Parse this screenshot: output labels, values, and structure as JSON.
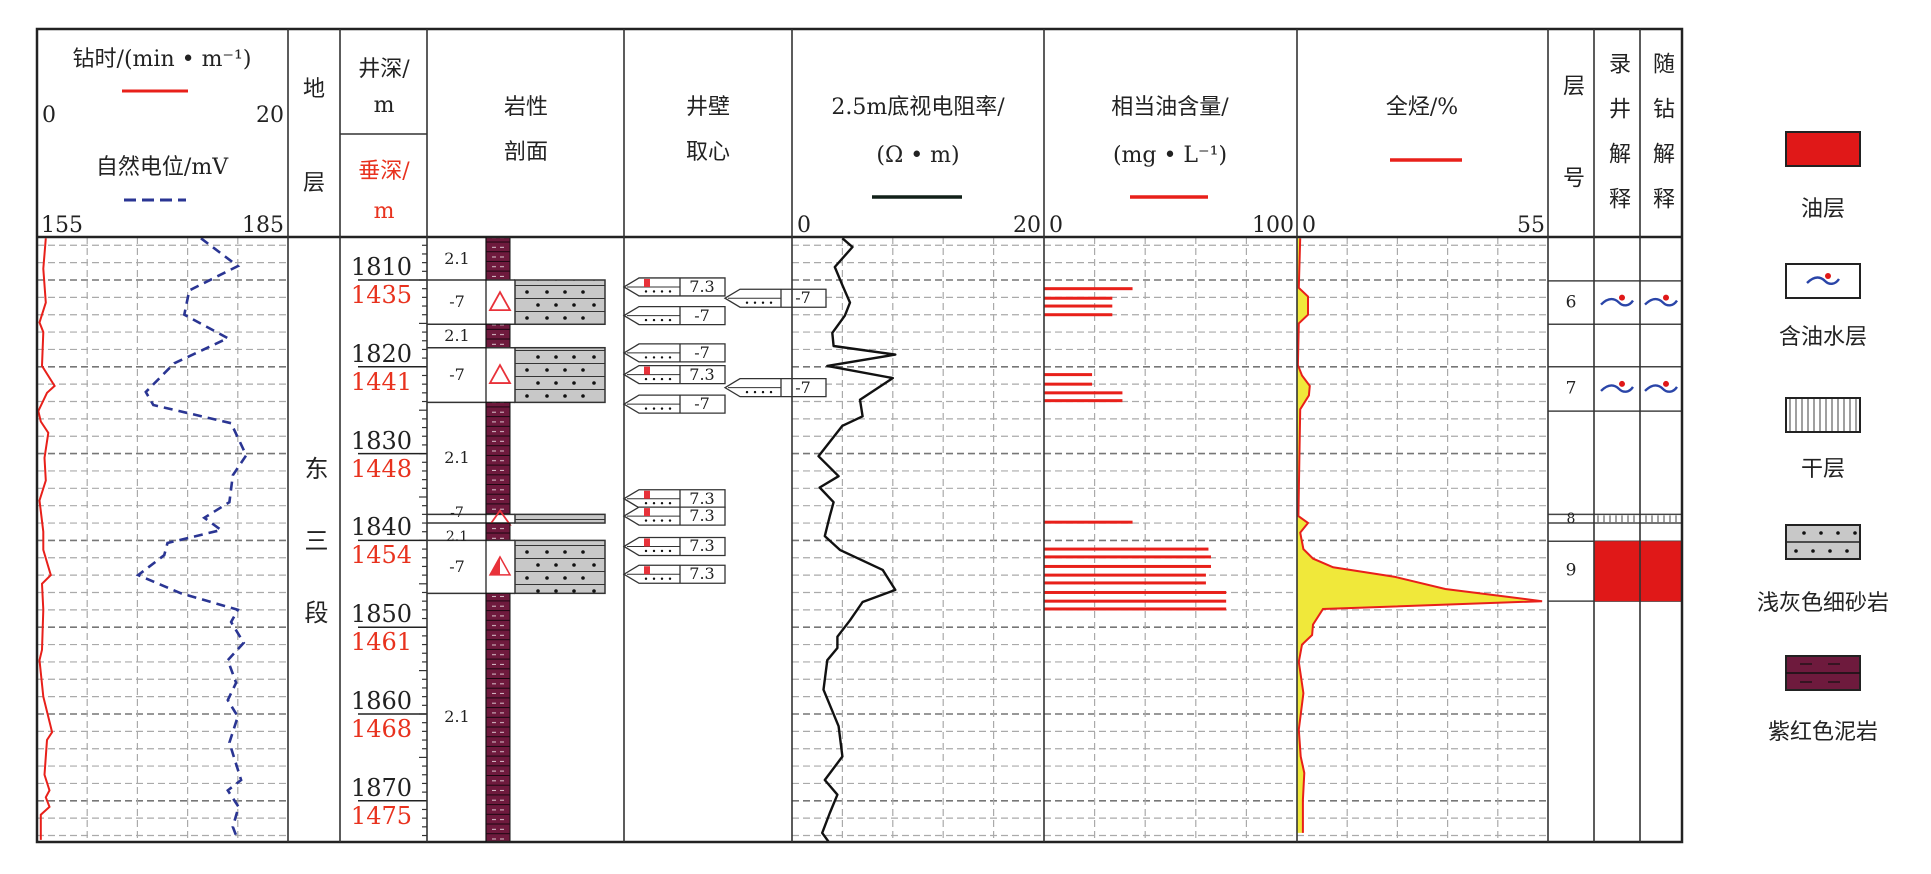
{
  "header": {
    "rop_title": "钻时/(min • m⁻¹)",
    "rop_min": "0",
    "rop_max": "20",
    "sp_title": "自然电位/mV",
    "sp_min": "155",
    "sp_max": "185",
    "strata_1": "地",
    "strata_2": "层",
    "md_title": "井深/",
    "md_unit": "m",
    "tvd_title": "垂深/",
    "tvd_unit": "m",
    "litho_1": "岩性",
    "litho_2": "剖面",
    "core_1": "井壁",
    "core_2": "取心",
    "res_title": "2.5m底视电阻率/",
    "res_unit": "(Ω • m)",
    "res_min": "0",
    "res_max": "20",
    "oil_title": "相当油含量/",
    "oil_unit": "(mg • L⁻¹)",
    "oil_min": "0",
    "oil_max": "100",
    "hc_title": "全烃/%",
    "hc_min": "0",
    "hc_max": "55",
    "layer_no": "层号",
    "mudlog_interp": "录井解释",
    "lwd_interp": "随钻解释"
  },
  "colors": {
    "rop": "#e8201a",
    "sp": "#2a3593",
    "res": "#111111",
    "oil": "#e8201a",
    "hc_line": "#e8201a",
    "hc_fill": "#f0e83a",
    "oil_layer": "#e01818",
    "mudstone": "#6e1a3d",
    "sand": "#c8c8c8"
  },
  "strata": "东三段",
  "depth": {
    "md_labels": [
      "1810",
      "1820",
      "1830",
      "1840",
      "1850",
      "1860",
      "1870"
    ],
    "tvd_labels": [
      "1435",
      "1441",
      "1448",
      "1454",
      "1461",
      "1468",
      "1475"
    ],
    "md_values": [
      1810,
      1820,
      1830,
      1840,
      1850,
      1860,
      1870
    ],
    "range": [
      1805,
      1874.7
    ]
  },
  "lithology": [
    {
      "top": 1805,
      "bottom": 1810,
      "type": "mudstone",
      "label": "2.1"
    },
    {
      "top": 1810,
      "bottom": 1815.1,
      "type": "sandstone",
      "label": "-7",
      "show": "outline"
    },
    {
      "top": 1815.1,
      "bottom": 1817.8,
      "type": "mudstone",
      "label": "2.1"
    },
    {
      "top": 1817.8,
      "bottom": 1824.1,
      "type": "sandstone",
      "label": "-7",
      "show": "outline"
    },
    {
      "top": 1824.1,
      "bottom": 1837,
      "type": "mudstone",
      "label": "2.1"
    },
    {
      "top": 1837,
      "bottom": 1838,
      "type": "sandstone",
      "label": "-7",
      "show": "outline"
    },
    {
      "top": 1838,
      "bottom": 1840,
      "type": "mudstone",
      "label": "2.1"
    },
    {
      "top": 1840,
      "bottom": 1846.1,
      "type": "sandstone",
      "label": "-7",
      "show": "half"
    },
    {
      "top": 1846.1,
      "bottom": 1874.7,
      "type": "mudstone",
      "label": "2.1"
    }
  ],
  "cores": [
    {
      "depth": 1810.8,
      "label": "7.3",
      "oil": true,
      "offset": false
    },
    {
      "depth": 1812.1,
      "label": "-7",
      "oil": false,
      "offset": true
    },
    {
      "depth": 1814.1,
      "label": "-7",
      "oil": false,
      "offset": false
    },
    {
      "depth": 1818.4,
      "label": "-7",
      "oil": false,
      "offset": false
    },
    {
      "depth": 1820.9,
      "label": "7.3",
      "oil": true,
      "offset": false
    },
    {
      "depth": 1822.4,
      "label": "-7",
      "oil": false,
      "offset": true
    },
    {
      "depth": 1824.3,
      "label": "-7",
      "oil": false,
      "offset": false
    },
    {
      "depth": 1835.2,
      "label": "7.3",
      "oil": true,
      "offset": false
    },
    {
      "depth": 1837.2,
      "label": "7.3",
      "oil": true,
      "offset": false
    },
    {
      "depth": 1840.7,
      "label": "7.3",
      "oil": true,
      "offset": false
    },
    {
      "depth": 1843.9,
      "label": "7.3",
      "oil": true,
      "offset": false
    }
  ],
  "chart_data": [
    {
      "type": "line",
      "title": "钻时",
      "unit": "min/m",
      "xlim": [
        0,
        20
      ],
      "series": [
        {
          "name": "ROP",
          "points": [
            [
              1805.2,
              0.7
            ],
            [
              1808.7,
              0.5
            ],
            [
              1812.6,
              0.7
            ],
            [
              1814.9,
              0.2
            ],
            [
              1816,
              0.5
            ],
            [
              1819.9,
              0.4
            ],
            [
              1822.2,
              1.4
            ],
            [
              1823,
              0.8
            ],
            [
              1825.1,
              0.1
            ],
            [
              1826.3,
              0.3
            ],
            [
              1827.6,
              0.9
            ],
            [
              1830.5,
              0.6
            ],
            [
              1833.1,
              0.7
            ],
            [
              1835.4,
              0.2
            ],
            [
              1839,
              0.5
            ],
            [
              1841.1,
              0.5
            ],
            [
              1844,
              1.1
            ],
            [
              1845,
              0.4
            ],
            [
              1848,
              0.5
            ],
            [
              1852.6,
              0.4
            ],
            [
              1853.8,
              0.2
            ],
            [
              1858,
              0.5
            ],
            [
              1862.1,
              1.2
            ],
            [
              1863,
              0.8
            ],
            [
              1867,
              0.6
            ],
            [
              1868.8,
              1.0
            ],
            [
              1869.6,
              0.7
            ],
            [
              1870.7,
              1.0
            ],
            [
              1871.6,
              0.3
            ],
            [
              1874.5,
              0.3
            ]
          ]
        }
      ]
    },
    {
      "type": "line",
      "title": "自然电位",
      "unit": "mV",
      "xlim": [
        155,
        185
      ],
      "series": [
        {
          "name": "SP",
          "points": [
            [
              1805.2,
              174.6
            ],
            [
              1808.4,
              179.0
            ],
            [
              1811.2,
              173.2
            ],
            [
              1814.0,
              172.6
            ],
            [
              1816.7,
              177.8
            ],
            [
              1819.6,
              171.4
            ],
            [
              1822.9,
              168.0
            ],
            [
              1824.4,
              168.9
            ],
            [
              1826.5,
              178.2
            ],
            [
              1830.2,
              180.0
            ],
            [
              1832.5,
              178.4
            ],
            [
              1835.6,
              178.0
            ],
            [
              1837.4,
              175.0
            ],
            [
              1838.8,
              177.0
            ],
            [
              1840.3,
              170.6
            ],
            [
              1841.7,
              170.2
            ],
            [
              1844.0,
              167.1
            ],
            [
              1846.1,
              172.2
            ],
            [
              1848.0,
              179.0
            ],
            [
              1849.4,
              178.2
            ],
            [
              1851.8,
              179.7
            ],
            [
              1853.8,
              177.8
            ],
            [
              1856.4,
              178.8
            ],
            [
              1858.4,
              177.8
            ],
            [
              1860.3,
              179.0
            ],
            [
              1863.3,
              178.0
            ],
            [
              1867.6,
              179.4
            ],
            [
              1868.8,
              177.8
            ],
            [
              1870.7,
              179.1
            ],
            [
              1873.0,
              178.4
            ],
            [
              1874.5,
              179.0
            ]
          ]
        }
      ]
    },
    {
      "type": "line",
      "title": "2.5m底视电阻率",
      "unit": "Ω·m",
      "xlim": [
        0,
        20
      ],
      "series": [
        {
          "name": "Resistivity",
          "points": [
            [
              1805.2,
              4.0
            ],
            [
              1806.2,
              4.8
            ],
            [
              1808.5,
              3.4
            ],
            [
              1810.6,
              4.0
            ],
            [
              1812.6,
              4.6
            ],
            [
              1814.1,
              4.2
            ],
            [
              1816.1,
              3.2
            ],
            [
              1817.6,
              3.3
            ],
            [
              1818.6,
              8.2
            ],
            [
              1819.9,
              2.8
            ],
            [
              1821.3,
              8.0
            ],
            [
              1823.8,
              5.4
            ],
            [
              1825.7,
              5.6
            ],
            [
              1826.8,
              4.0
            ],
            [
              1830.3,
              2.1
            ],
            [
              1832.6,
              3.7
            ],
            [
              1833.9,
              2.2
            ],
            [
              1835.6,
              3.3
            ],
            [
              1837.2,
              3.0
            ],
            [
              1839.5,
              2.6
            ],
            [
              1841.1,
              3.8
            ],
            [
              1843.4,
              7.2
            ],
            [
              1845.7,
              8.2
            ],
            [
              1847.1,
              5.6
            ],
            [
              1849.2,
              4.6
            ],
            [
              1851.1,
              3.6
            ],
            [
              1852.4,
              3.6
            ],
            [
              1853.8,
              2.8
            ],
            [
              1857.2,
              2.5
            ],
            [
              1861.4,
              3.7
            ],
            [
              1864.9,
              4.0
            ],
            [
              1867.6,
              2.6
            ],
            [
              1869.3,
              3.6
            ],
            [
              1871.4,
              3.0
            ],
            [
              1873.7,
              2.4
            ],
            [
              1874.7,
              2.9
            ]
          ]
        }
      ]
    },
    {
      "type": "bar",
      "title": "相当油含量",
      "unit": "mg/L",
      "xlim": [
        0,
        100
      ],
      "series": [
        {
          "name": "Equivalent oil content",
          "points": [
            [
              1811.0,
              35
            ],
            [
              1812.1,
              27
            ],
            [
              1813.0,
              27
            ],
            [
              1814.0,
              27
            ],
            [
              1820.9,
              19
            ],
            [
              1822.0,
              19
            ],
            [
              1823.0,
              31
            ],
            [
              1823.9,
              31
            ],
            [
              1837.9,
              35
            ],
            [
              1841.0,
              65
            ],
            [
              1841.9,
              66
            ],
            [
              1843.0,
              66
            ],
            [
              1844.0,
              64
            ],
            [
              1844.9,
              64
            ],
            [
              1846.0,
              72
            ],
            [
              1847.0,
              72
            ],
            [
              1847.9,
              72
            ]
          ]
        }
      ]
    },
    {
      "type": "area",
      "title": "全烃",
      "unit": "%",
      "xlim": [
        0,
        55
      ],
      "series": [
        {
          "name": "Total hydrocarbon",
          "points": [
            [
              1805.2,
              0.7
            ],
            [
              1810.9,
              0.4
            ],
            [
              1811.9,
              2.4
            ],
            [
              1814.0,
              2.4
            ],
            [
              1815.0,
              0.4
            ],
            [
              1819.8,
              0.2
            ],
            [
              1821.0,
              1.1
            ],
            [
              1822.2,
              2.8
            ],
            [
              1823.3,
              2.6
            ],
            [
              1824.9,
              0.7
            ],
            [
              1837.2,
              0.3
            ],
            [
              1838.0,
              2.4
            ],
            [
              1839.1,
              0.7
            ],
            [
              1841.0,
              1.4
            ],
            [
              1842.1,
              3.5
            ],
            [
              1843.1,
              7.9
            ],
            [
              1844.2,
              21.5
            ],
            [
              1845.6,
              32.5
            ],
            [
              1847.0,
              53.7
            ],
            [
              1847.9,
              5.7
            ],
            [
              1849.7,
              3.5
            ],
            [
              1850.9,
              3.3
            ],
            [
              1852.0,
              1.1
            ],
            [
              1854.0,
              0.4
            ],
            [
              1857.6,
              1.4
            ],
            [
              1861.8,
              0.4
            ],
            [
              1864.9,
              0.8
            ],
            [
              1866.8,
              1.6
            ],
            [
              1869.9,
              1.3
            ],
            [
              1873.7,
              1.3
            ]
          ]
        }
      ]
    }
  ],
  "interpretation": [
    {
      "no": "6",
      "top": 1810.1,
      "bottom": 1815.1,
      "mudlog": "oil-water",
      "lwd": "oil-water"
    },
    {
      "no": "7",
      "top": 1820,
      "bottom": 1825.1,
      "mudlog": "oil-water",
      "lwd": "oil-water"
    },
    {
      "no": "8",
      "top": 1837,
      "bottom": 1838,
      "mudlog": "dry",
      "lwd": "dry"
    },
    {
      "no": "9",
      "top": 1840.1,
      "bottom": 1847,
      "mudlog": "oil",
      "lwd": "oil"
    }
  ],
  "legend": [
    {
      "key": "oil",
      "label": "油层"
    },
    {
      "key": "oil-water",
      "label": "含油水层"
    },
    {
      "key": "dry",
      "label": "干层"
    },
    {
      "key": "sandstone",
      "label": "浅灰色细砂岩"
    },
    {
      "key": "mudstone",
      "label": "紫红色泥岩"
    }
  ]
}
